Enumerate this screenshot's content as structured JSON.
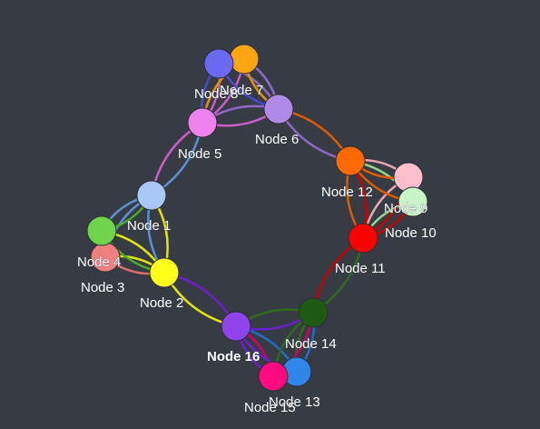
{
  "graph": {
    "nodes": [
      {
        "id": "n1",
        "label": "Node 1",
        "color": "#a9c8f5"
      },
      {
        "id": "n2",
        "label": "Node 2",
        "color": "#ffff1a"
      },
      {
        "id": "n3",
        "label": "Node 3",
        "color": "#f08080"
      },
      {
        "id": "n4",
        "label": "Node 4",
        "color": "#6fd34b"
      },
      {
        "id": "n5",
        "label": "Node 5",
        "color": "#ee82ee"
      },
      {
        "id": "n6",
        "label": "Node 6",
        "color": "#b08ae6"
      },
      {
        "id": "n7",
        "label": "Node 7",
        "color": "#ffa511"
      },
      {
        "id": "n8",
        "label": "Node 8",
        "color": "#6a6af0"
      },
      {
        "id": "n9",
        "label": "Node 9",
        "color": "#ffc0cb"
      },
      {
        "id": "n10",
        "label": "Node 10",
        "color": "#c7f5c7"
      },
      {
        "id": "n11",
        "label": "Node 11",
        "color": "#ff0000"
      },
      {
        "id": "n12",
        "label": "Node 12",
        "color": "#ff6a00"
      },
      {
        "id": "n13",
        "label": "Node 13",
        "color": "#2f86e8"
      },
      {
        "id": "n14",
        "label": "Node 14",
        "color": "#1f5a12"
      },
      {
        "id": "n15",
        "label": "Node 15",
        "color": "#ff0a80"
      },
      {
        "id": "n16",
        "label": "Node 16",
        "color": "#8f44ee",
        "bold": true
      }
    ],
    "edges": [
      {
        "source": "n1",
        "target": "n4",
        "color": "#5b8fd6"
      },
      {
        "source": "n1",
        "target": "n3",
        "color": "#5b8fd6"
      },
      {
        "source": "n1",
        "target": "n2",
        "color": "#5b8fd6"
      },
      {
        "source": "n1",
        "target": "n5",
        "color": "#5b8fd6"
      },
      {
        "source": "n2",
        "target": "n1",
        "color": "#e6e600"
      },
      {
        "source": "n2",
        "target": "n4",
        "color": "#e6e600"
      },
      {
        "source": "n2",
        "target": "n3",
        "color": "#e6e600"
      },
      {
        "source": "n2",
        "target": "n16",
        "color": "#e6e600"
      },
      {
        "source": "n3",
        "target": "n4",
        "color": "#e06b6b"
      },
      {
        "source": "n3",
        "target": "n2",
        "color": "#e06b6b"
      },
      {
        "source": "n4",
        "target": "n2",
        "color": "#4fa830"
      },
      {
        "source": "n4",
        "target": "n1",
        "color": "#4fa830"
      },
      {
        "source": "n5",
        "target": "n1",
        "color": "#c95cc9"
      },
      {
        "source": "n5",
        "target": "n6",
        "color": "#c95cc9"
      },
      {
        "source": "n5",
        "target": "n8",
        "color": "#c95cc9"
      },
      {
        "source": "n5",
        "target": "n7",
        "color": "#c95cc9"
      },
      {
        "source": "n6",
        "target": "n5",
        "color": "#8f68c9"
      },
      {
        "source": "n6",
        "target": "n7",
        "color": "#8f68c9"
      },
      {
        "source": "n6",
        "target": "n8",
        "color": "#8f68c9"
      },
      {
        "source": "n6",
        "target": "n12",
        "color": "#8f68c9"
      },
      {
        "source": "n7",
        "target": "n8",
        "color": "#e69100"
      },
      {
        "source": "n7",
        "target": "n6",
        "color": "#e69100"
      },
      {
        "source": "n7",
        "target": "n5",
        "color": "#e69100"
      },
      {
        "source": "n8",
        "target": "n7",
        "color": "#4a4ad0"
      },
      {
        "source": "n8",
        "target": "n5",
        "color": "#4a4ad0"
      },
      {
        "source": "n8",
        "target": "n6",
        "color": "#4a4ad0"
      },
      {
        "source": "n9",
        "target": "n12",
        "color": "#e6a6b1"
      },
      {
        "source": "n9",
        "target": "n10",
        "color": "#e6a6b1"
      },
      {
        "source": "n9",
        "target": "n11",
        "color": "#e6a6b1"
      },
      {
        "source": "n10",
        "target": "n12",
        "color": "#8fd48f"
      },
      {
        "source": "n10",
        "target": "n9",
        "color": "#8fd48f"
      },
      {
        "source": "n10",
        "target": "n11",
        "color": "#8fd48f"
      },
      {
        "source": "n11",
        "target": "n12",
        "color": "#cc0000"
      },
      {
        "source": "n11",
        "target": "n10",
        "color": "#cc0000"
      },
      {
        "source": "n11",
        "target": "n9",
        "color": "#cc0000"
      },
      {
        "source": "n11",
        "target": "n14",
        "color": "#cc0000"
      },
      {
        "source": "n12",
        "target": "n6",
        "color": "#e05a00"
      },
      {
        "source": "n12",
        "target": "n9",
        "color": "#e05a00"
      },
      {
        "source": "n12",
        "target": "n10",
        "color": "#e05a00"
      },
      {
        "source": "n12",
        "target": "n11",
        "color": "#e05a00"
      },
      {
        "source": "n13",
        "target": "n16",
        "color": "#1e6cc4"
      },
      {
        "source": "n13",
        "target": "n15",
        "color": "#1e6cc4"
      },
      {
        "source": "n13",
        "target": "n14",
        "color": "#1e6cc4"
      },
      {
        "source": "n14",
        "target": "n11",
        "color": "#2f6b1c"
      },
      {
        "source": "n14",
        "target": "n16",
        "color": "#2f6b1c"
      },
      {
        "source": "n14",
        "target": "n13",
        "color": "#2f6b1c"
      },
      {
        "source": "n14",
        "target": "n15",
        "color": "#2f6b1c"
      },
      {
        "source": "n15",
        "target": "n16",
        "color": "#d10068"
      },
      {
        "source": "n15",
        "target": "n13",
        "color": "#d10068"
      },
      {
        "source": "n15",
        "target": "n14",
        "color": "#d10068"
      },
      {
        "source": "n16",
        "target": "n2",
        "color": "#6a1fd0"
      },
      {
        "source": "n16",
        "target": "n14",
        "color": "#6a1fd0"
      },
      {
        "source": "n16",
        "target": "n13",
        "color": "#6a1fd0"
      },
      {
        "source": "n16",
        "target": "n15",
        "color": "#6a1fd0"
      }
    ]
  }
}
